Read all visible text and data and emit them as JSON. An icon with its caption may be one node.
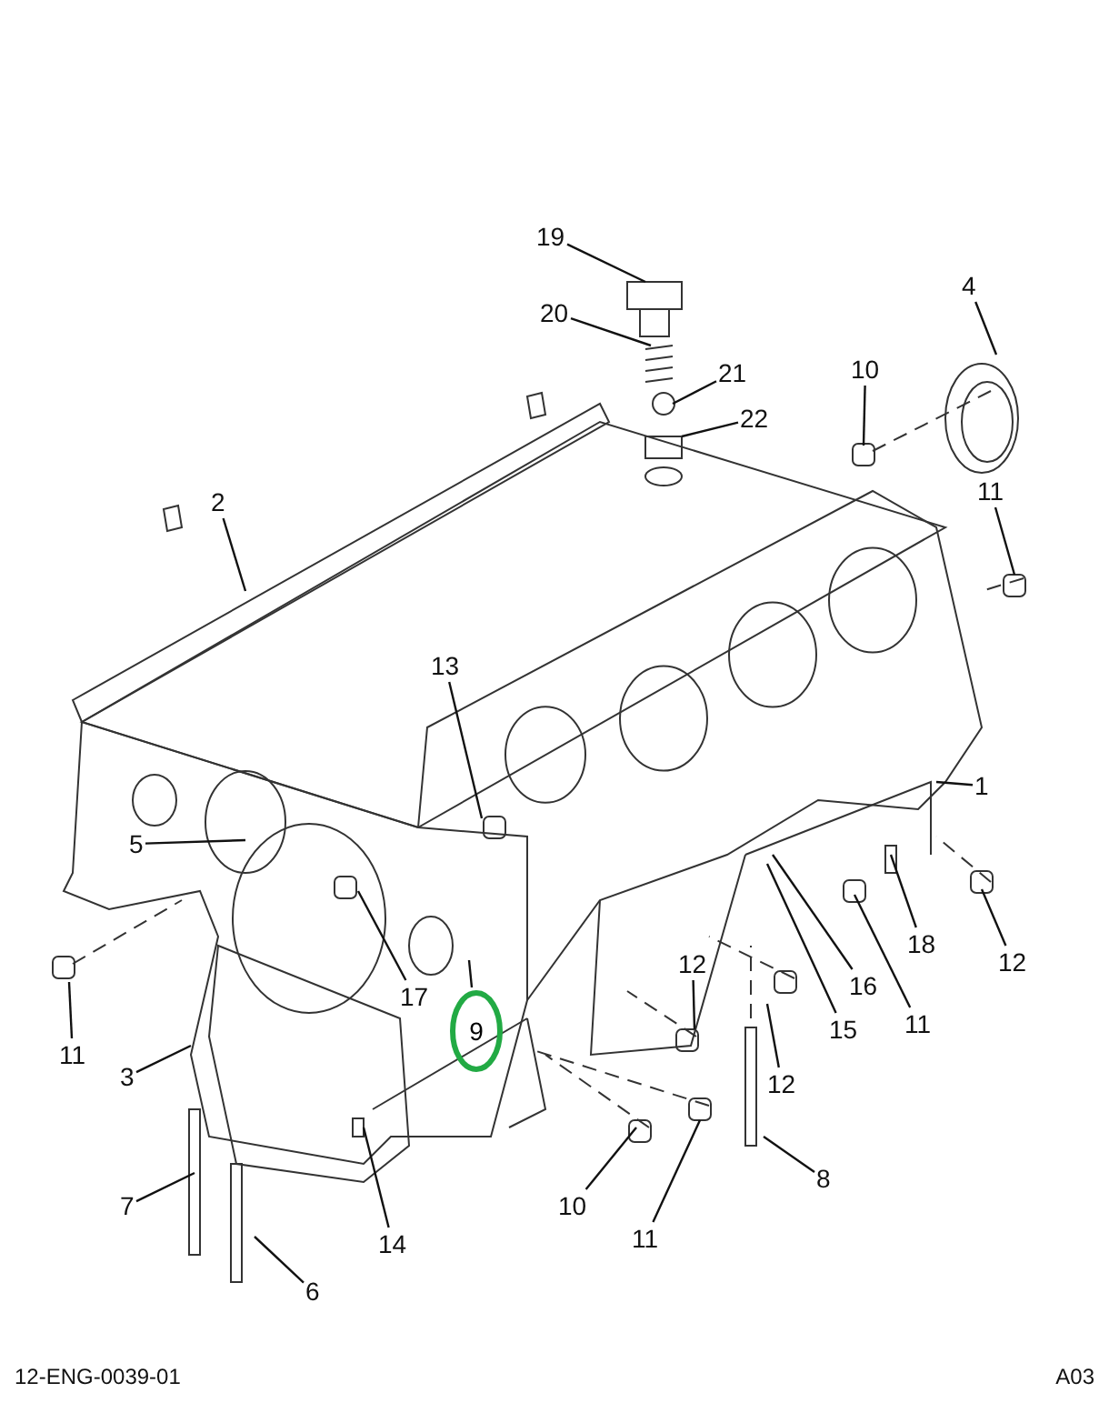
{
  "diagram": {
    "nodes": [
      {
        "text": [
          "19"
        ]
      },
      {
        "text": [
          "4"
        ]
      },
      {
        "text": [
          "20"
        ]
      },
      {
        "text": [
          "10"
        ]
      },
      {
        "text": [
          "21"
        ]
      },
      {
        "text": [
          "22"
        ]
      },
      {
        "text": [
          "11"
        ]
      },
      {
        "text": [
          "2"
        ]
      },
      {
        "text": [
          "13"
        ]
      },
      {
        "text": [
          "1"
        ]
      },
      {
        "text": [
          "5"
        ]
      },
      {
        "text": [
          "18"
        ]
      },
      {
        "text": [
          "12"
        ]
      },
      {
        "text": [
          "12"
        ]
      },
      {
        "text": [
          "16"
        ]
      },
      {
        "text": [
          "17"
        ]
      },
      {
        "text": [
          "15"
        ]
      },
      {
        "text": [
          "11"
        ]
      },
      {
        "text": [
          "9"
        ]
      },
      {
        "text": [
          "11"
        ]
      },
      {
        "text": [
          "3"
        ]
      },
      {
        "text": [
          "12"
        ]
      },
      {
        "text": [
          "8"
        ]
      },
      {
        "text": [
          "7"
        ]
      },
      {
        "text": [
          "10"
        ]
      },
      {
        "text": [
          "11"
        ]
      },
      {
        "text": [
          "14"
        ]
      },
      {
        "text": [
          "6"
        ]
      }
    ],
    "edges": [
      {
        "from": 0,
        "to": null,
        "arrow": "none"
      },
      {
        "from": 1,
        "to": null,
        "arrow": "none"
      },
      {
        "from": 2,
        "to": null,
        "arrow": "none"
      },
      {
        "from": 3,
        "to": null,
        "arrow": "none"
      },
      {
        "from": 4,
        "to": null,
        "arrow": "none"
      },
      {
        "from": 5,
        "to": null,
        "arrow": "none"
      },
      {
        "from": 6,
        "to": null,
        "arrow": "none"
      },
      {
        "from": 7,
        "to": null,
        "arrow": "none"
      },
      {
        "from": 8,
        "to": null,
        "arrow": "none"
      },
      {
        "from": 9,
        "to": null,
        "arrow": "none"
      },
      {
        "from": 10,
        "to": null,
        "arrow": "none"
      },
      {
        "from": 11,
        "to": null,
        "arrow": "none"
      },
      {
        "from": 12,
        "to": null,
        "arrow": "none"
      },
      {
        "from": 13,
        "to": null,
        "arrow": "none"
      },
      {
        "from": 14,
        "to": null,
        "arrow": "none"
      },
      {
        "from": 15,
        "to": null,
        "arrow": "none"
      },
      {
        "from": 16,
        "to": null,
        "arrow": "none"
      },
      {
        "from": 17,
        "to": null,
        "arrow": "none"
      },
      {
        "from": 18,
        "to": null,
        "arrow": "none"
      },
      {
        "from": 19,
        "to": null,
        "arrow": "none"
      },
      {
        "from": 20,
        "to": null,
        "arrow": "none"
      },
      {
        "from": 21,
        "to": null,
        "arrow": "none"
      },
      {
        "from": 22,
        "to": null,
        "arrow": "none"
      },
      {
        "from": 23,
        "to": null,
        "arrow": "none"
      },
      {
        "from": 24,
        "to": null,
        "arrow": "none"
      },
      {
        "from": 25,
        "to": null,
        "arrow": "none"
      },
      {
        "from": 26,
        "to": null,
        "arrow": "none"
      },
      {
        "from": 27,
        "to": null,
        "arrow": "none"
      }
    ],
    "labels": [
      "12-ENG-0039-01",
      "A03"
    ]
  }
}
